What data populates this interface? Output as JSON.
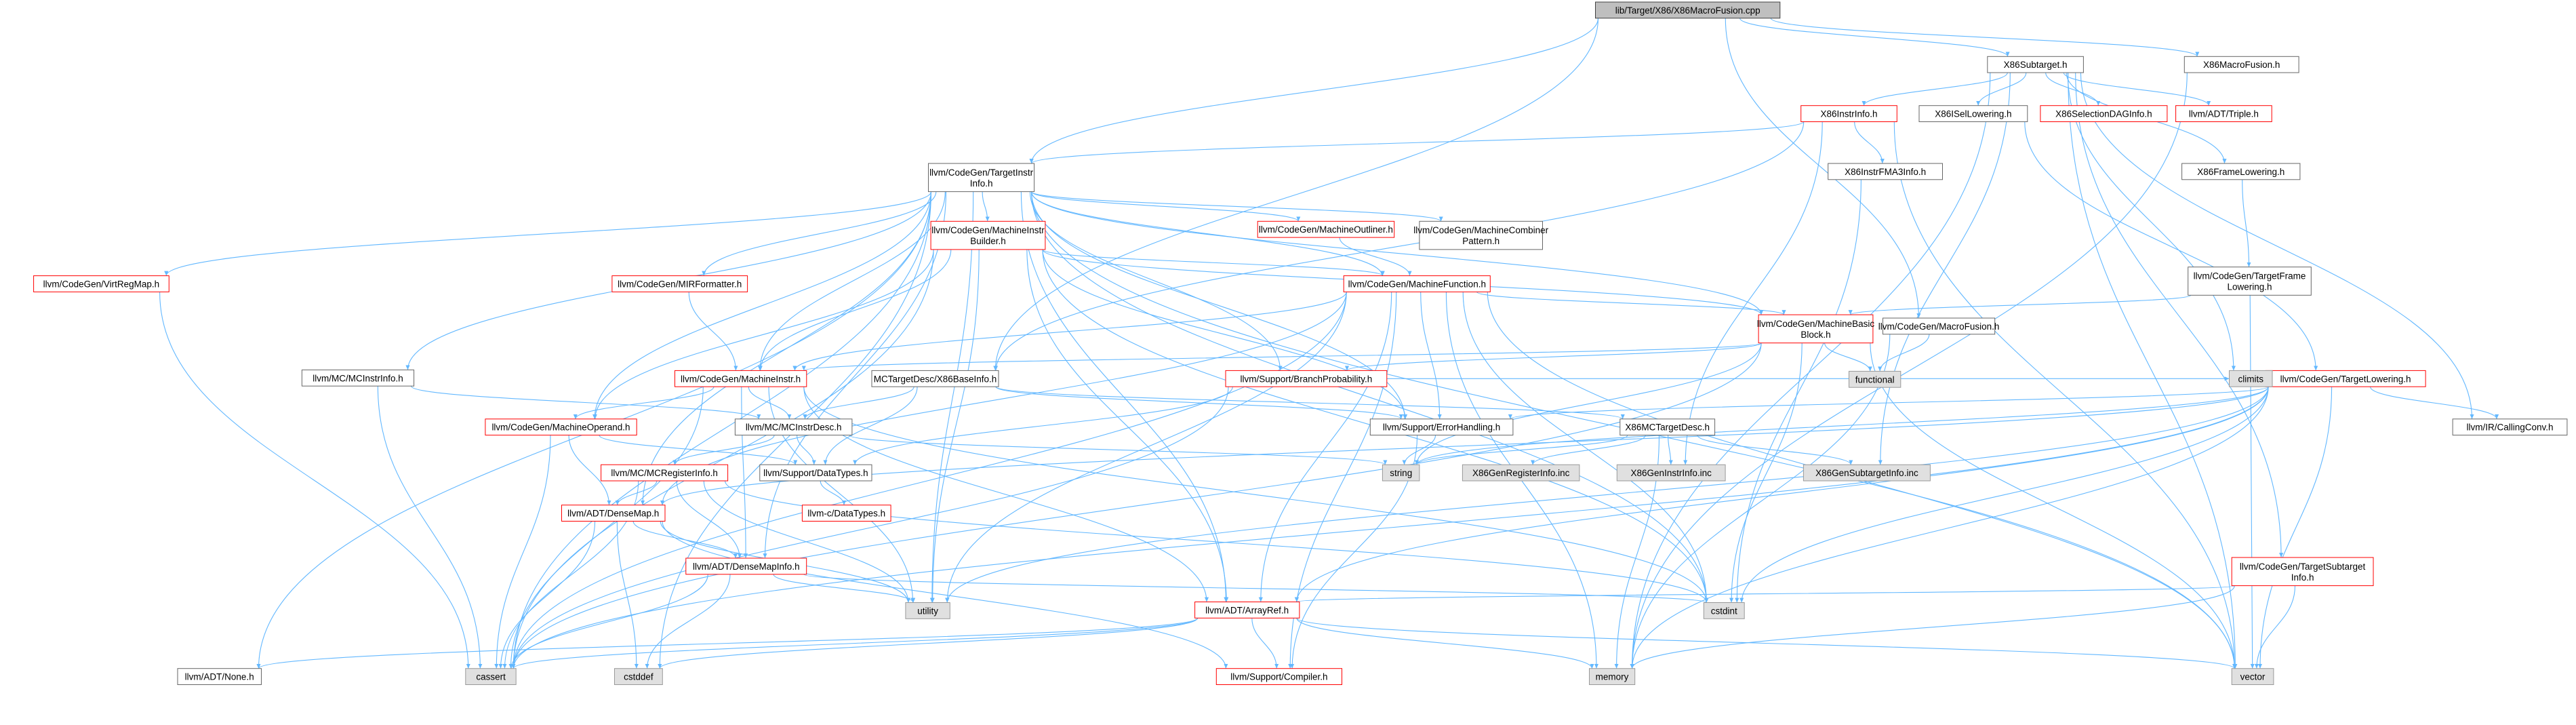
{
  "colors": {
    "edge": "#63b8ff",
    "node_fill": "#ffffff",
    "node_stroke": "#666666",
    "root_fill": "#bfbfbf",
    "root_stroke": "#404040",
    "sys_fill": "#e0e0e0",
    "sys_stroke": "#999999",
    "red_stroke": "#ff0000",
    "red_text": "#ff0000",
    "text": "#000000"
  },
  "nodes": [
    {
      "id": "root",
      "lines": [
        "lib/Target/X86/X86MacroFusion.cpp"
      ],
      "kind": "root"
    },
    {
      "id": "x86subtarget",
      "lines": [
        "X86Subtarget.h"
      ],
      "kind": "normal"
    },
    {
      "id": "x86macrofusion_h",
      "lines": [
        "X86MacroFusion.h"
      ],
      "kind": "normal"
    },
    {
      "id": "x86instrinfo",
      "lines": [
        "X86InstrInfo.h"
      ],
      "kind": "red"
    },
    {
      "id": "x86isellowering",
      "lines": [
        "X86ISelLowering.h"
      ],
      "kind": "normal"
    },
    {
      "id": "x86selectiondag",
      "lines": [
        "X86SelectionDAGInfo.h"
      ],
      "kind": "red"
    },
    {
      "id": "triple",
      "lines": [
        "llvm/ADT/Triple.h"
      ],
      "kind": "red"
    },
    {
      "id": "targetinstrinfo",
      "lines": [
        "llvm/CodeGen/TargetInstr",
        "Info.h"
      ],
      "kind": "normal"
    },
    {
      "id": "fma3info",
      "lines": [
        "X86InstrFMA3Info.h"
      ],
      "kind": "normal"
    },
    {
      "id": "x86framelowering",
      "lines": [
        "X86FrameLowering.h"
      ],
      "kind": "normal"
    },
    {
      "id": "machineinstrbuilder",
      "lines": [
        "llvm/CodeGen/MachineInstr",
        "Builder.h"
      ],
      "kind": "red"
    },
    {
      "id": "machineoutliner",
      "lines": [
        "llvm/CodeGen/MachineOutliner.h"
      ],
      "kind": "red"
    },
    {
      "id": "machinecombiner",
      "lines": [
        "llvm/CodeGen/MachineCombiner",
        "Pattern.h"
      ],
      "kind": "normal"
    },
    {
      "id": "targetframelowering",
      "lines": [
        "llvm/CodeGen/TargetFrame",
        "Lowering.h"
      ],
      "kind": "normal"
    },
    {
      "id": "virtregmap",
      "lines": [
        "llvm/CodeGen/VirtRegMap.h"
      ],
      "kind": "red"
    },
    {
      "id": "mirformatter",
      "lines": [
        "llvm/CodeGen/MIRFormatter.h"
      ],
      "kind": "red"
    },
    {
      "id": "machinefunction",
      "lines": [
        "llvm/CodeGen/MachineFunction.h"
      ],
      "kind": "red"
    },
    {
      "id": "machinebasicblock",
      "lines": [
        "llvm/CodeGen/MachineBasic",
        "Block.h"
      ],
      "kind": "red"
    },
    {
      "id": "codegen_macrofusion",
      "lines": [
        "llvm/CodeGen/MacroFusion.h"
      ],
      "kind": "normal"
    },
    {
      "id": "mcinstrinfo",
      "lines": [
        "llvm/MC/MCInstrInfo.h"
      ],
      "kind": "normal"
    },
    {
      "id": "machineinstr",
      "lines": [
        "llvm/CodeGen/MachineInstr.h"
      ],
      "kind": "red"
    },
    {
      "id": "x86baseinfo",
      "lines": [
        "MCTargetDesc/X86BaseInfo.h"
      ],
      "kind": "normal"
    },
    {
      "id": "branchprob",
      "lines": [
        "llvm/Support/BranchProbability.h"
      ],
      "kind": "red"
    },
    {
      "id": "functional",
      "lines": [
        "functional"
      ],
      "kind": "sys"
    },
    {
      "id": "targetlowering",
      "lines": [
        "llvm/CodeGen/TargetLowering.h"
      ],
      "kind": "red"
    },
    {
      "id": "climits",
      "lines": [
        "climits"
      ],
      "kind": "sys"
    },
    {
      "id": "machineoperand",
      "lines": [
        "llvm/CodeGen/MachineOperand.h"
      ],
      "kind": "red"
    },
    {
      "id": "mcinstrdesc",
      "lines": [
        "llvm/MC/MCInstrDesc.h"
      ],
      "kind": "normal"
    },
    {
      "id": "errorhandling",
      "lines": [
        "llvm/Support/ErrorHandling.h"
      ],
      "kind": "normal"
    },
    {
      "id": "x86mctargetdesc",
      "lines": [
        "X86MCTargetDesc.h"
      ],
      "kind": "normal"
    },
    {
      "id": "callingconv",
      "lines": [
        "llvm/IR/CallingConv.h"
      ],
      "kind": "normal"
    },
    {
      "id": "mcregisterinfo",
      "lines": [
        "llvm/MC/MCRegisterInfo.h"
      ],
      "kind": "red"
    },
    {
      "id": "datatypes",
      "lines": [
        "llvm/Support/DataTypes.h"
      ],
      "kind": "normal"
    },
    {
      "id": "string",
      "lines": [
        "string"
      ],
      "kind": "sys"
    },
    {
      "id": "genreginfo",
      "lines": [
        "X86GenRegisterInfo.inc"
      ],
      "kind": "sys"
    },
    {
      "id": "geninstrinfo",
      "lines": [
        "X86GenInstrInfo.inc"
      ],
      "kind": "sys"
    },
    {
      "id": "gensubtarget",
      "lines": [
        "X86GenSubtargetInfo.inc"
      ],
      "kind": "sys"
    },
    {
      "id": "densemap",
      "lines": [
        "llvm/ADT/DenseMap.h"
      ],
      "kind": "red"
    },
    {
      "id": "c_datatypes",
      "lines": [
        "llvm-c/DataTypes.h"
      ],
      "kind": "red"
    },
    {
      "id": "densemapinfo",
      "lines": [
        "llvm/ADT/DenseMapInfo.h"
      ],
      "kind": "red"
    },
    {
      "id": "targetsubtargetinfo",
      "lines": [
        "llvm/CodeGen/TargetSubtarget",
        "Info.h"
      ],
      "kind": "red"
    },
    {
      "id": "utility",
      "lines": [
        "utility"
      ],
      "kind": "sys"
    },
    {
      "id": "cstdint",
      "lines": [
        "cstdint"
      ],
      "kind": "sys"
    },
    {
      "id": "arrayref",
      "lines": [
        "llvm/ADT/ArrayRef.h"
      ],
      "kind": "red"
    },
    {
      "id": "none",
      "lines": [
        "llvm/ADT/None.h"
      ],
      "kind": "normal"
    },
    {
      "id": "cassert",
      "lines": [
        "cassert"
      ],
      "kind": "sys"
    },
    {
      "id": "cstddef",
      "lines": [
        "cstddef"
      ],
      "kind": "sys"
    },
    {
      "id": "compiler",
      "lines": [
        "llvm/Support/Compiler.h"
      ],
      "kind": "red"
    },
    {
      "id": "memory",
      "lines": [
        "memory"
      ],
      "kind": "sys"
    },
    {
      "id": "vector",
      "lines": [
        "vector"
      ],
      "kind": "sys"
    }
  ],
  "edges": [
    [
      "root",
      "x86subtarget"
    ],
    [
      "root",
      "x86macrofusion_h"
    ],
    [
      "root",
      "targetinstrinfo"
    ],
    [
      "root",
      "x86baseinfo"
    ],
    [
      "root",
      "codegen_macrofusion"
    ],
    [
      "x86subtarget",
      "x86instrinfo"
    ],
    [
      "x86subtarget",
      "x86isellowering"
    ],
    [
      "x86subtarget",
      "x86selectiondag"
    ],
    [
      "x86subtarget",
      "triple"
    ],
    [
      "x86subtarget",
      "x86framelowering"
    ],
    [
      "x86subtarget",
      "climits"
    ],
    [
      "x86subtarget",
      "callingconv"
    ],
    [
      "x86subtarget",
      "gensubtarget"
    ],
    [
      "x86subtarget",
      "targetsubtargetinfo"
    ],
    [
      "x86subtarget",
      "memory"
    ],
    [
      "x86subtarget",
      "vector"
    ],
    [
      "x86macrofusion_h",
      "memory"
    ],
    [
      "x86instrinfo",
      "targetinstrinfo"
    ],
    [
      "x86instrinfo",
      "fma3info"
    ],
    [
      "x86instrinfo",
      "x86baseinfo"
    ],
    [
      "x86instrinfo",
      "geninstrinfo"
    ],
    [
      "x86instrinfo",
      "vector"
    ],
    [
      "x86isellowering",
      "targetlowering"
    ],
    [
      "x86framelowering",
      "targetframelowering"
    ],
    [
      "fma3info",
      "cstdint"
    ],
    [
      "targetframelowering",
      "machinebasicblock"
    ],
    [
      "targetframelowering",
      "vector"
    ],
    [
      "targetinstrinfo",
      "machineinstrbuilder"
    ],
    [
      "targetinstrinfo",
      "machineoutliner"
    ],
    [
      "targetinstrinfo",
      "machinecombiner"
    ],
    [
      "targetinstrinfo",
      "virtregmap"
    ],
    [
      "targetinstrinfo",
      "mirformatter"
    ],
    [
      "targetinstrinfo",
      "machinefunction"
    ],
    [
      "targetinstrinfo",
      "machinebasicblock"
    ],
    [
      "targetinstrinfo",
      "mcinstrinfo"
    ],
    [
      "targetinstrinfo",
      "machineinstr"
    ],
    [
      "targetinstrinfo",
      "machineoperand"
    ],
    [
      "targetinstrinfo",
      "branchprob"
    ],
    [
      "targetinstrinfo",
      "errorhandling"
    ],
    [
      "targetinstrinfo",
      "densemap"
    ],
    [
      "targetinstrinfo",
      "densemapinfo"
    ],
    [
      "targetinstrinfo",
      "arrayref"
    ],
    [
      "targetinstrinfo",
      "none"
    ],
    [
      "targetinstrinfo",
      "cassert"
    ],
    [
      "targetinstrinfo",
      "cstddef"
    ],
    [
      "targetinstrinfo",
      "cstdint"
    ],
    [
      "targetinstrinfo",
      "utility"
    ],
    [
      "targetinstrinfo",
      "vector"
    ],
    [
      "machineinstrbuilder",
      "machinefunction"
    ],
    [
      "machineinstrbuilder",
      "machinebasicblock"
    ],
    [
      "machineinstrbuilder",
      "machineinstr"
    ],
    [
      "machineinstrbuilder",
      "machineoperand"
    ],
    [
      "machineinstrbuilder",
      "errorhandling"
    ],
    [
      "machineinstrbuilder",
      "arrayref"
    ],
    [
      "machineinstrbuilder",
      "cassert"
    ],
    [
      "machineinstrbuilder",
      "cstdint"
    ],
    [
      "machineinstrbuilder",
      "utility"
    ],
    [
      "machineoutliner",
      "machinefunction"
    ],
    [
      "virtregmap",
      "cassert"
    ],
    [
      "mirformatter",
      "machineinstr"
    ],
    [
      "machinefunction",
      "machinebasicblock"
    ],
    [
      "machinefunction",
      "machineinstr"
    ],
    [
      "machinefunction",
      "errorhandling"
    ],
    [
      "machinefunction",
      "densemap"
    ],
    [
      "machinefunction",
      "arrayref"
    ],
    [
      "machinefunction",
      "compiler"
    ],
    [
      "machinefunction",
      "cassert"
    ],
    [
      "machinefunction",
      "cstdint"
    ],
    [
      "machinefunction",
      "memory"
    ],
    [
      "machinefunction",
      "utility"
    ],
    [
      "machinefunction",
      "vector"
    ],
    [
      "machinebasicblock",
      "machineinstr"
    ],
    [
      "machinebasicblock",
      "branchprob"
    ],
    [
      "machinebasicblock",
      "functional"
    ],
    [
      "machinebasicblock",
      "string"
    ],
    [
      "machinebasicblock",
      "cassert"
    ],
    [
      "machinebasicblock",
      "cstdint"
    ],
    [
      "machinebasicblock",
      "vector"
    ],
    [
      "codegen_macrofusion",
      "functional"
    ],
    [
      "codegen_macrofusion",
      "memory"
    ],
    [
      "mcinstrinfo",
      "mcinstrdesc"
    ],
    [
      "mcinstrinfo",
      "cassert"
    ],
    [
      "machineinstr",
      "machineoperand"
    ],
    [
      "machineinstr",
      "mcinstrdesc"
    ],
    [
      "machineinstr",
      "densemapinfo"
    ],
    [
      "machineinstr",
      "arrayref"
    ],
    [
      "machineinstr",
      "cassert"
    ],
    [
      "machineinstr",
      "cstdint"
    ],
    [
      "machineinstr",
      "utility"
    ],
    [
      "x86baseinfo",
      "x86mctargetdesc"
    ],
    [
      "x86baseinfo",
      "mcinstrdesc"
    ],
    [
      "x86baseinfo",
      "datatypes"
    ],
    [
      "x86baseinfo",
      "errorhandling"
    ],
    [
      "branchprob",
      "datatypes"
    ],
    [
      "branchprob",
      "climits"
    ],
    [
      "branchprob",
      "cassert"
    ],
    [
      "targetlowering",
      "callingconv"
    ],
    [
      "targetlowering",
      "climits"
    ],
    [
      "targetlowering",
      "errorhandling"
    ],
    [
      "targetlowering",
      "densemap"
    ],
    [
      "targetlowering",
      "arrayref"
    ],
    [
      "targetlowering",
      "cstdint"
    ],
    [
      "targetlowering",
      "utility"
    ],
    [
      "targetlowering",
      "cassert"
    ],
    [
      "targetlowering",
      "vector"
    ],
    [
      "targetlowering",
      "string"
    ],
    [
      "targetlowering",
      "memory"
    ],
    [
      "machineoperand",
      "datatypes"
    ],
    [
      "machineoperand",
      "densemap"
    ],
    [
      "machineoperand",
      "cassert"
    ],
    [
      "mcinstrdesc",
      "mcregisterinfo"
    ],
    [
      "mcinstrdesc",
      "datatypes"
    ],
    [
      "mcinstrdesc",
      "string"
    ],
    [
      "errorhandling",
      "compiler"
    ],
    [
      "errorhandling",
      "string"
    ],
    [
      "x86mctargetdesc",
      "genreginfo"
    ],
    [
      "x86mctargetdesc",
      "geninstrinfo"
    ],
    [
      "x86mctargetdesc",
      "gensubtarget"
    ],
    [
      "x86mctargetdesc",
      "memory"
    ],
    [
      "x86mctargetdesc",
      "string"
    ],
    [
      "mcregisterinfo",
      "densemap"
    ],
    [
      "mcregisterinfo",
      "densemapinfo"
    ],
    [
      "mcregisterinfo",
      "cassert"
    ],
    [
      "mcregisterinfo",
      "cstdint"
    ],
    [
      "mcregisterinfo",
      "utility"
    ],
    [
      "datatypes",
      "c_datatypes"
    ],
    [
      "densemap",
      "densemapinfo"
    ],
    [
      "densemap",
      "compiler"
    ],
    [
      "densemap",
      "cassert"
    ],
    [
      "densemap",
      "cstddef"
    ],
    [
      "densemap",
      "utility"
    ],
    [
      "densemapinfo",
      "cassert"
    ],
    [
      "densemapinfo",
      "cstddef"
    ],
    [
      "densemapinfo",
      "cstdint"
    ],
    [
      "densemapinfo",
      "utility"
    ],
    [
      "targetsubtargetinfo",
      "arrayref"
    ],
    [
      "targetsubtargetinfo",
      "memory"
    ],
    [
      "targetsubtargetinfo",
      "vector"
    ],
    [
      "arrayref",
      "none"
    ],
    [
      "arrayref",
      "compiler"
    ],
    [
      "arrayref",
      "cassert"
    ],
    [
      "arrayref",
      "cstddef"
    ],
    [
      "arrayref",
      "memory"
    ],
    [
      "arrayref",
      "vector"
    ]
  ]
}
